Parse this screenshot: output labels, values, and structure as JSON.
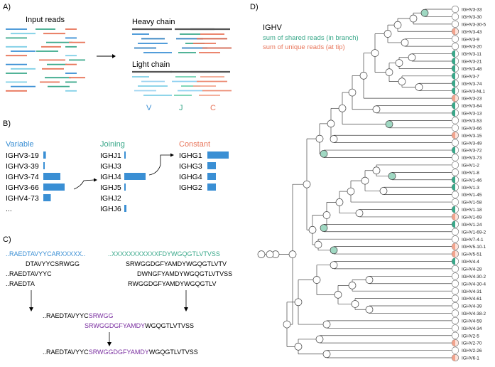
{
  "panel_a": {
    "label": "A)",
    "input_title": "Input reads",
    "heavy_title": "Heavy chain",
    "light_title": "Light chain",
    "v": "V",
    "j": "J",
    "c": "C"
  },
  "panel_b": {
    "label": "B)",
    "variable": {
      "title": "Variable",
      "items": [
        "IGHV3-19",
        "IGHV3-39",
        "IGHV3-74",
        "IGHV3-66",
        "IGHV4-73",
        "..."
      ],
      "bars": [
        0.12,
        0.03,
        0.8,
        1.0,
        0.35,
        0
      ]
    },
    "joining": {
      "title": "Joining",
      "items": [
        "IGHJ1",
        "IGHJ3",
        "IGHJ4",
        "IGHJ5",
        "IGHJ2",
        "IGHJ6"
      ],
      "bars": [
        0.06,
        0,
        1.0,
        0.04,
        0,
        0.1
      ]
    },
    "constant": {
      "title": "Constant",
      "items": [
        "IGHG1",
        "IGHG3",
        "IGHG4",
        "IGHG2"
      ],
      "bars": [
        1.0,
        0.4,
        0.4,
        0.4
      ]
    }
  },
  "panel_c": {
    "label": "C)",
    "v_ref": "..RAEDTAVYYCARXXXXX..",
    "j_ref": "..XXXXXXXXXXXFDYWGQGTLVTVSS",
    "v_reads": [
      "DTAVYYCSRWGG",
      "..RAEDTAVYYC",
      "..RAEDTA"
    ],
    "j_reads": [
      "SRWGGDGFYAMDYWGQGTLVTV",
      "DWNGFYAMDYWGQGTLVTVSS",
      "RWGGDGFYAMDYWGQGTLV"
    ],
    "merge1_black": "..RAEDTAVYYC",
    "merge1_purple": "SRWGG",
    "merge2_purple": "SRWGGDGFYAMDY",
    "merge2_black": "WGQGTLVTVSS",
    "final_black1": "..RAEDTAVYYC",
    "final_purple": "SRWGGDGFYAMDY",
    "final_black2": "WGQGTLVTVSS"
  },
  "panel_d": {
    "label": "D)",
    "legend_title": "IGHV",
    "legend_shared": "sum of shared reads (in branch)",
    "legend_unique": "sum of unique reads (at tip)",
    "leaves": [
      "IGHV3-33",
      "IGHV3-30",
      "IGHV3-30-5",
      "IGHV3-43",
      "IGHV3-9",
      "IGHV3-20",
      "IGHV3-11",
      "IGHV3-21",
      "IGHV3-48",
      "IGHV3-7",
      "IGHV3-74",
      "IGHV3-NL1",
      "IGHV3-23",
      "IGHV3-64",
      "IGHV3-13",
      "IGHV3-53",
      "IGHV3-66",
      "IGHV3-15",
      "IGHV3-49",
      "IGHV3-72",
      "IGHV3-73",
      "IGHV1-2",
      "IGHV1-8",
      "IGHV1-46",
      "IGHV1-3",
      "IGHV1-45",
      "IGHV1-58",
      "IGHV1-18",
      "IGHV1-69",
      "IGHV1-24",
      "IGHV1-69-2",
      "IGHV7-4-1",
      "IGHV5-10-1",
      "IGHV5-51",
      "IGHV4-4",
      "IGHV4-28",
      "IGHV4-30-2",
      "IGHV4-30-4",
      "IGHV4-31",
      "IGHV4-61",
      "IGHV4-39",
      "IGHV4-38-2",
      "IGHV4-59",
      "IGHV4-34",
      "IGHV2-5",
      "IGHV2-70",
      "IGHV2-26",
      "IGHV6-1"
    ]
  },
  "colors": {
    "blue": "#3a8fd4",
    "green": "#3aa88a",
    "orange": "#e8755a",
    "purple": "#7a2fa0",
    "grey": "#666666",
    "shared_fill": "#9fd8c2",
    "unique_fill": "#f2a48e"
  }
}
